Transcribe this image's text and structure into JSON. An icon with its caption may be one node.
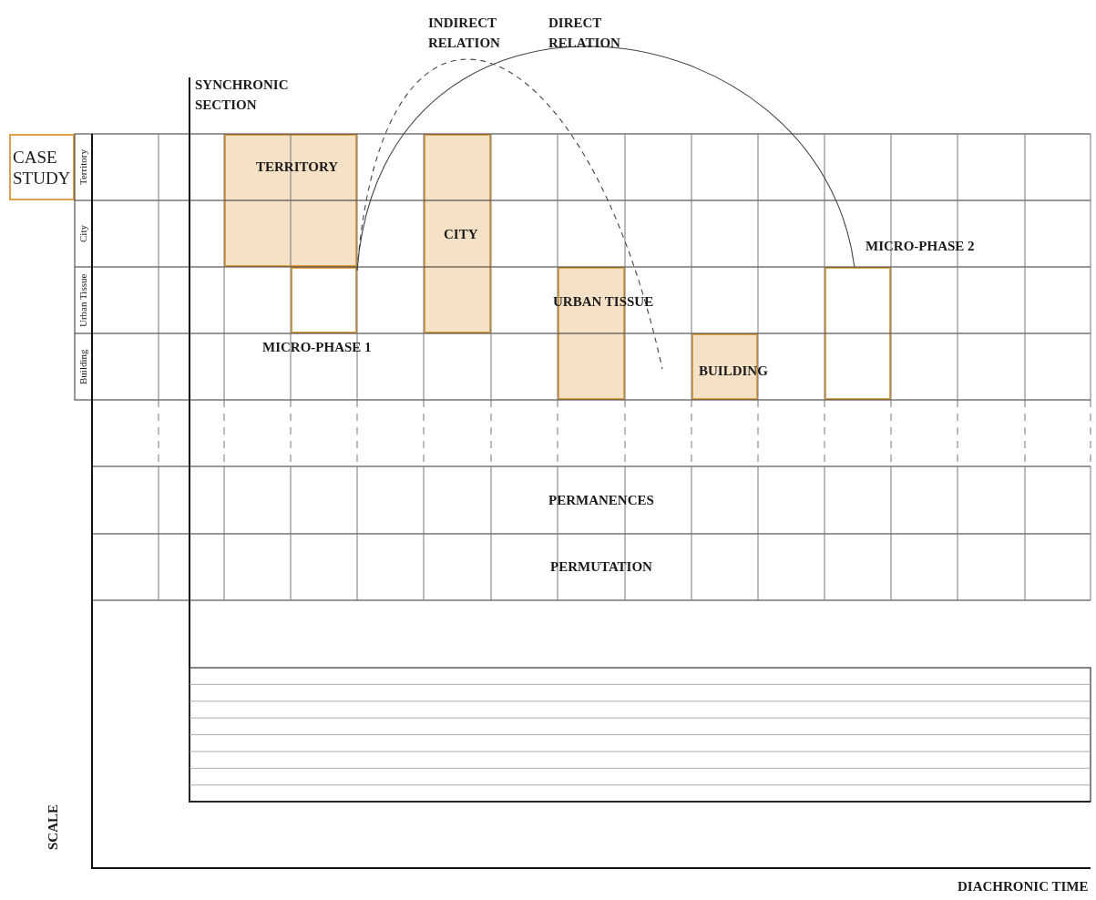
{
  "diagram": {
    "nodes": [
      {
        "text": [
          "CASE STUDY"
        ]
      },
      {
        "text": [
          "TERRITORY"
        ]
      },
      {
        "text": [
          "MICRO-PHASE 1"
        ]
      },
      {
        "text": [
          "CITY"
        ]
      },
      {
        "text": [
          "URBAN TISSUE"
        ]
      },
      {
        "text": [
          "BUILDING"
        ]
      },
      {
        "text": [
          "MICRO-PHASE 2"
        ]
      }
    ],
    "edges": [
      {
        "from": 2,
        "to": null,
        "arrow": "none",
        "style": "dashed"
      },
      {
        "from": 2,
        "to": 6,
        "arrow": "none"
      }
    ],
    "labels": [
      "INDIRECT RELATION",
      "DIRECT RELATION",
      "SYNCHRONIC SECTION",
      "Territory",
      "City",
      "Urban Tissue",
      "Building",
      "PERMANENCES",
      "PERMUTATION",
      "SCALE",
      "DIACHRONIC TIME"
    ]
  }
}
